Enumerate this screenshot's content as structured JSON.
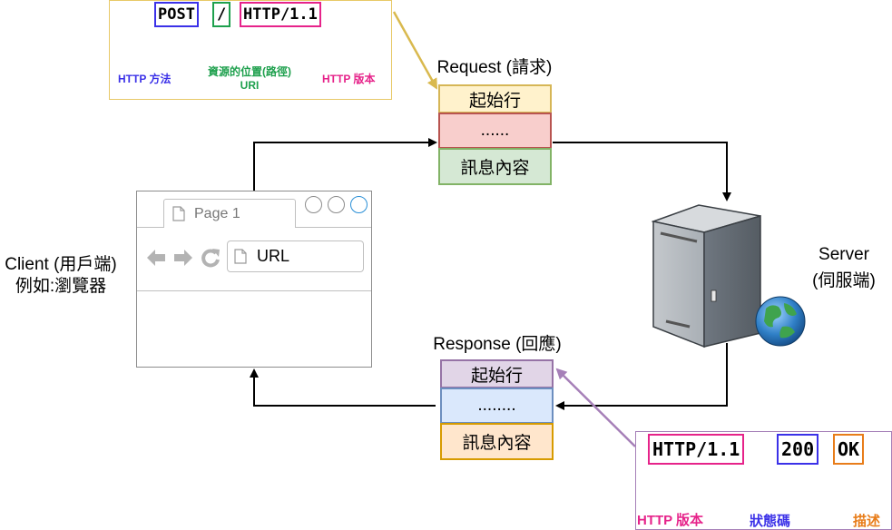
{
  "request_example": {
    "method": "POST",
    "path": "/",
    "version": "HTTP/1.1",
    "method_label": "HTTP 方法",
    "uri_label_line1": "資源的位置(路徑)",
    "uri_label_line2": "URI",
    "version_label": "HTTP 版本"
  },
  "request": {
    "title": "Request (請求)",
    "start_line": "起始行",
    "headers": "......",
    "body": "訊息內容"
  },
  "response": {
    "title": "Response (回應)",
    "start_line": "起始行",
    "headers": "........",
    "body": "訊息內容"
  },
  "response_example": {
    "version": "HTTP/1.1",
    "status": "200",
    "reason": "OK",
    "version_label": "HTTP 版本",
    "status_label": "狀態碼",
    "reason_label": "描述"
  },
  "client": {
    "line1": "Client (用戶端)",
    "line2": "例如:瀏覽器",
    "tab_label": "Page 1",
    "url_text": "URL"
  },
  "server": {
    "line1": "Server",
    "line2": "(伺服端)"
  },
  "colors": {
    "request_example_border": "#e8c967",
    "response_example_border": "#a680b8",
    "method": "#3b31e8",
    "path": "#1ea04d",
    "version": "#e6238a",
    "status": "#3b31e8",
    "reason": "#e87d1a"
  }
}
